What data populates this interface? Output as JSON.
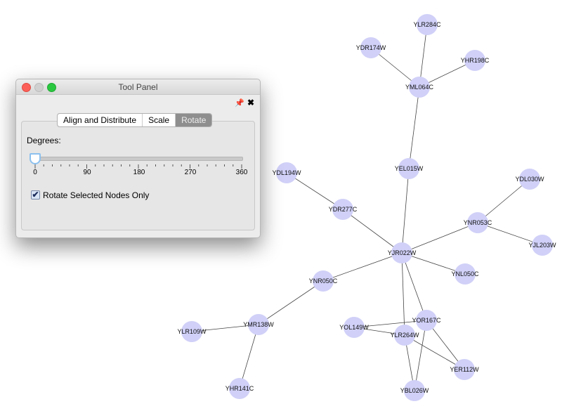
{
  "graph": {
    "node_color": "#d0d0f8",
    "nodes": [
      "YLR284C",
      "YDR174W",
      "YHR198C",
      "YML064C",
      "YEL015W",
      "YDL194W",
      "YDR277C",
      "YDL030W",
      "YNR053C",
      "YJL203W",
      "YJR022W",
      "YNL050C",
      "YNR050C",
      "YMR138W",
      "YLR109W",
      "YHR141C",
      "YOL149W",
      "YOR167C",
      "YLR264W",
      "YER112W",
      "YBL026W"
    ],
    "edges": [
      [
        "YLR284C",
        "YML064C"
      ],
      [
        "YDR174W",
        "YML064C"
      ],
      [
        "YHR198C",
        "YML064C"
      ],
      [
        "YML064C",
        "YEL015W"
      ],
      [
        "YEL015W",
        "YJR022W"
      ],
      [
        "YDL194W",
        "YDR277C"
      ],
      [
        "YDR277C",
        "YJR022W"
      ],
      [
        "YDL030W",
        "YNR053C"
      ],
      [
        "YNR053C",
        "YJL203W"
      ],
      [
        "YNR053C",
        "YJR022W"
      ],
      [
        "YJR022W",
        "YNL050C"
      ],
      [
        "YJR022W",
        "YNR050C"
      ],
      [
        "YNR050C",
        "YMR138W"
      ],
      [
        "YMR138W",
        "YLR109W"
      ],
      [
        "YMR138W",
        "YHR141C"
      ],
      [
        "YJR022W",
        "YOR167C"
      ],
      [
        "YJR022W",
        "YLR264W"
      ],
      [
        "YOL149W",
        "YOR167C"
      ],
      [
        "YOL149W",
        "YLR264W"
      ],
      [
        "YOR167C",
        "YER112W"
      ],
      [
        "YLR264W",
        "YER112W"
      ],
      [
        "YOR167C",
        "YBL026W"
      ],
      [
        "YLR264W",
        "YBL026W"
      ]
    ]
  },
  "panel": {
    "title": "Tool Panel",
    "pin_icon": "📌",
    "close_icon": "✖",
    "tabs": [
      "Align and Distribute",
      "Scale",
      "Rotate"
    ],
    "active_tab": "Rotate",
    "degrees_label": "Degrees:",
    "slider": {
      "value": 0,
      "min": 0,
      "max": 360,
      "labels": [
        "0",
        "90",
        "180",
        "270",
        "360"
      ]
    },
    "checkbox": {
      "label": "Rotate Selected Nodes Only",
      "checked": true,
      "mark": "✔"
    }
  }
}
